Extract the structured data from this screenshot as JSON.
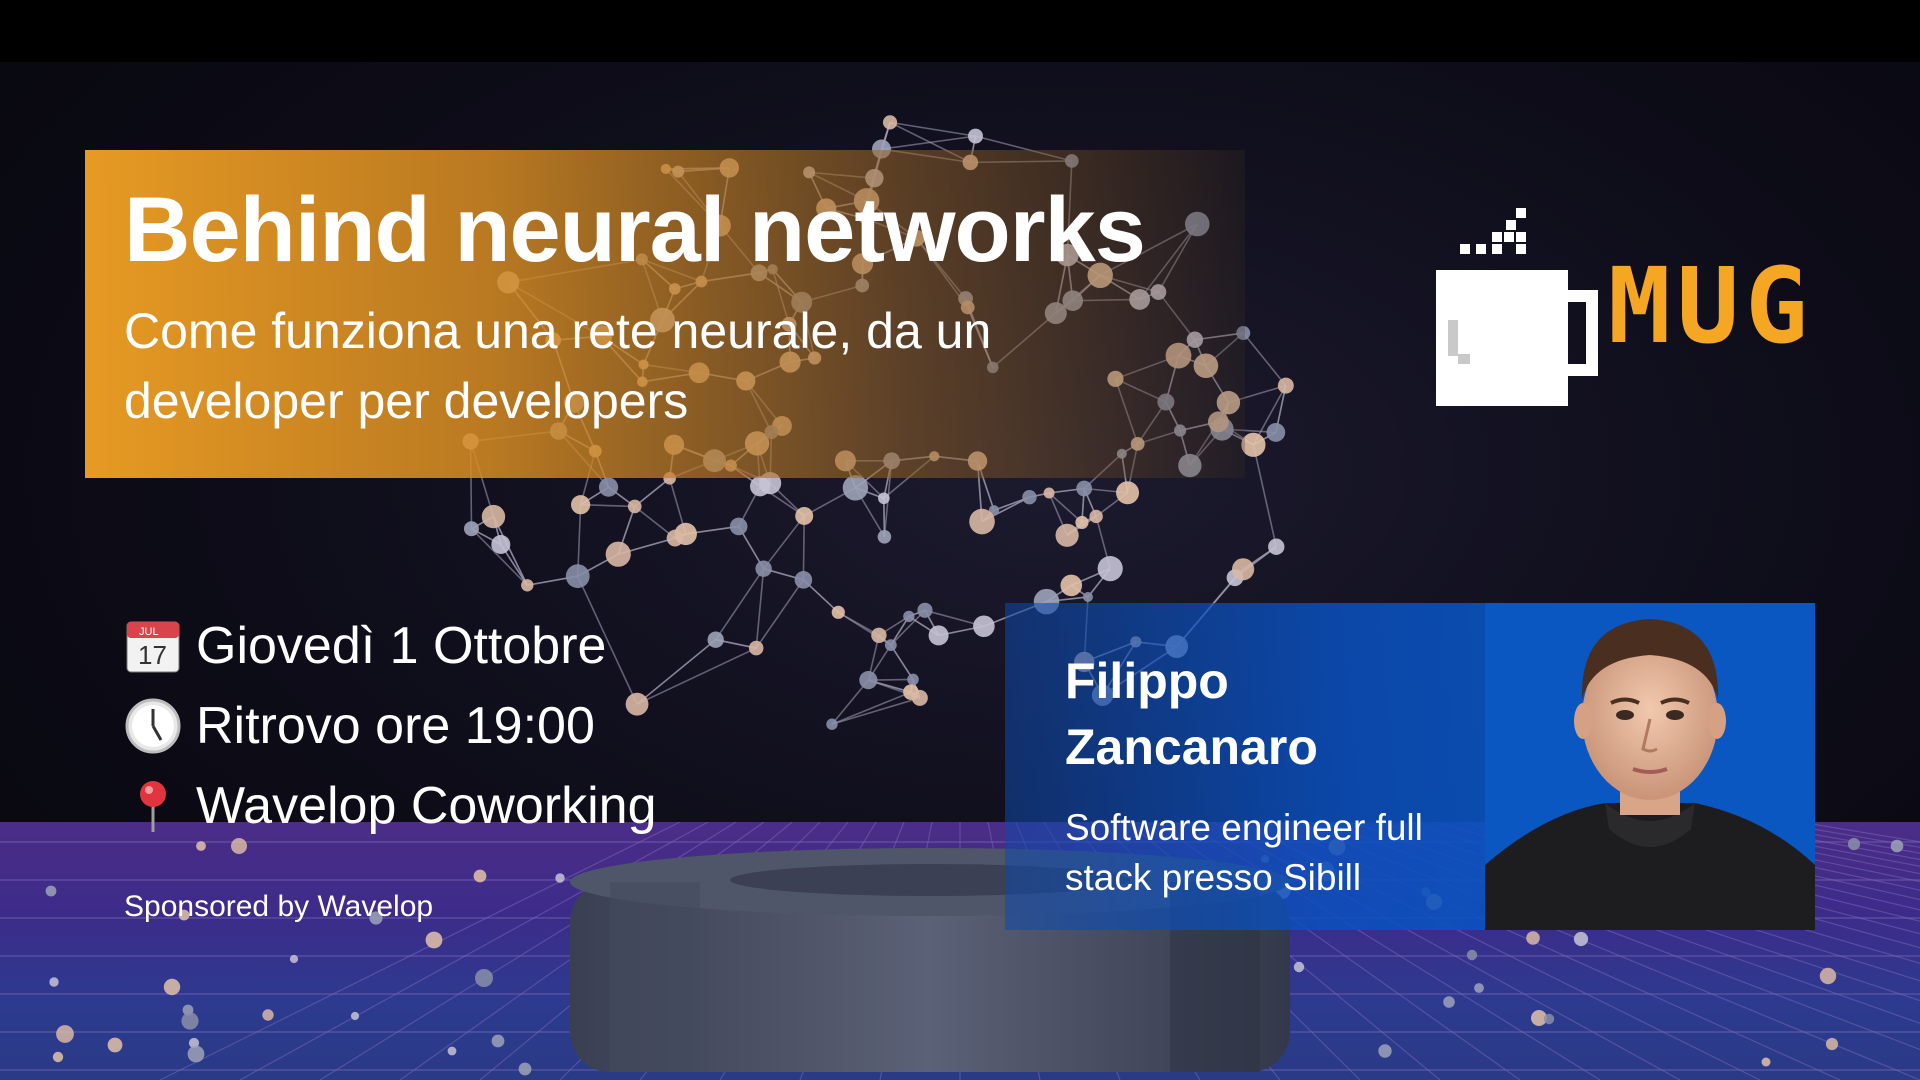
{
  "event": {
    "title": "Behind neural networks",
    "subtitle": "Come funziona una rete neurale, da un developer per developers"
  },
  "logo": {
    "text": "MUG",
    "icon": "pixel-mug-icon",
    "accent_color": "#f5a623"
  },
  "info": {
    "date_icon": "calendar-icon",
    "date_icon_month": "JUL",
    "date_icon_day": "17",
    "date": "Giovedì 1 Ottobre",
    "time_icon": "clock-icon",
    "time": "Ritrovo ore 19:00",
    "location_icon": "pin-icon",
    "location": "Wavelop Coworking"
  },
  "sponsor": "Sponsored by Wavelop",
  "speaker": {
    "name": "Filippo Zancanaro",
    "role": "Software engineer full stack presso Sibill",
    "card_color": "#0a57c2"
  },
  "colors": {
    "title_band": "#f0a024",
    "background": "#0d0c18",
    "floor": "#3d2b8a"
  }
}
